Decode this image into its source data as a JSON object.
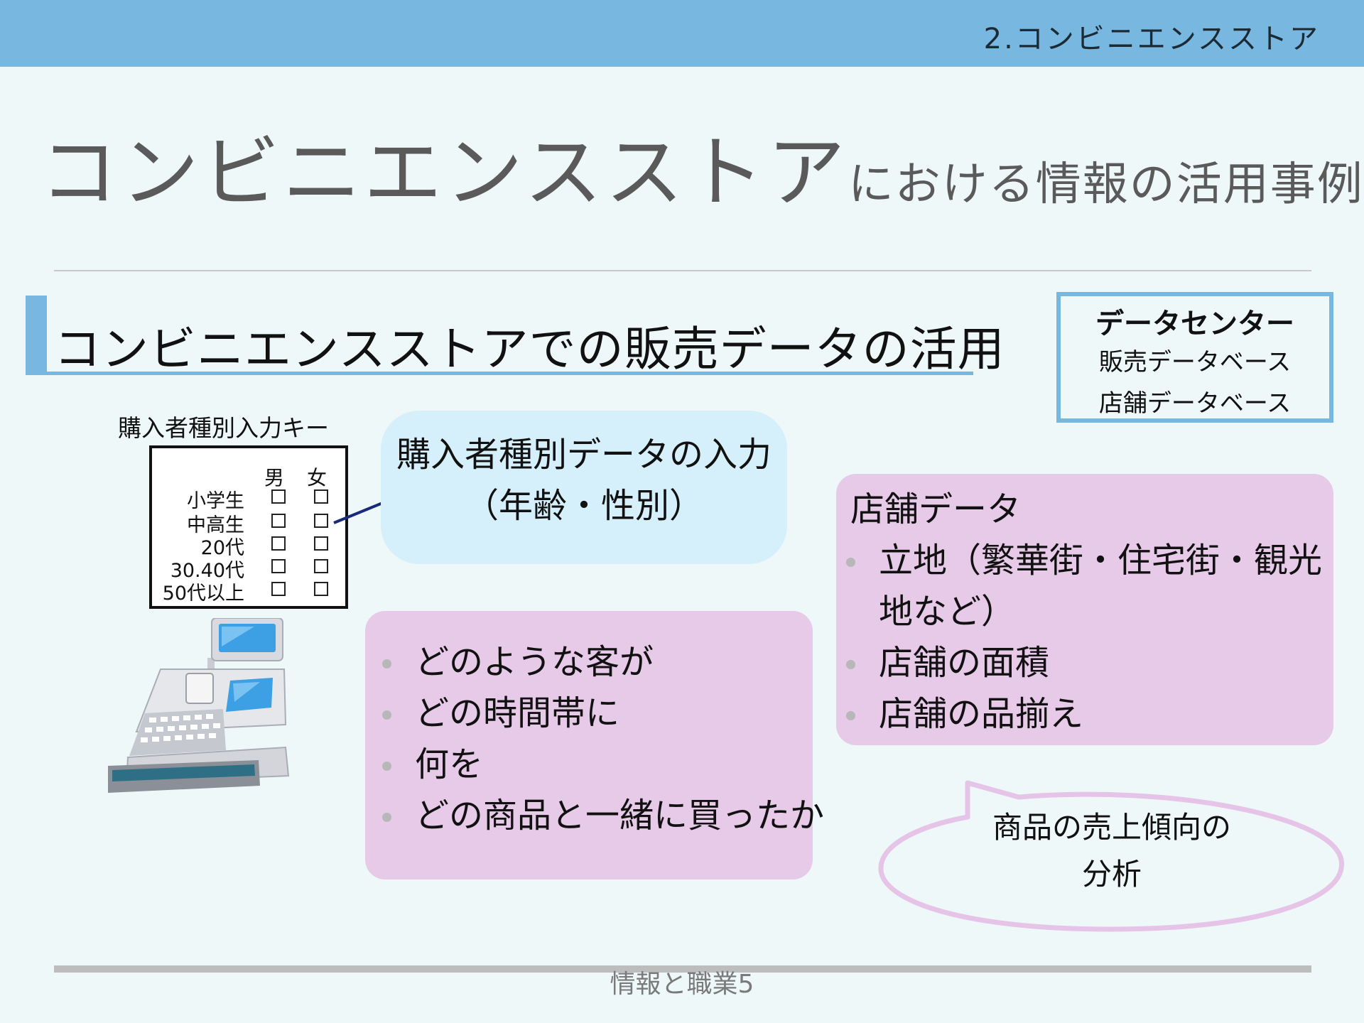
{
  "header": {
    "section_label": "2.コンビニエンスストア"
  },
  "title": {
    "main": "コンビニエンスストア",
    "suffix": "における情報の活用事例"
  },
  "subheading": "コンビニエンスストアでの販売データの活用",
  "data_center": {
    "heading": "データセンター",
    "items": [
      "販売データベース",
      "店舗データベース"
    ]
  },
  "keypad": {
    "title": "購入者種別入力キー",
    "columns": [
      "男",
      "女"
    ],
    "rows": [
      "小学生",
      "中高生",
      "20代",
      "30.40代",
      "50代以上"
    ]
  },
  "input_box": {
    "line1": "購入者種別データの入力",
    "line2": "（年齢・性別）"
  },
  "sales_points": [
    "どのような客が",
    "どの時間帯に",
    "何を",
    "どの商品と一緒に買ったか"
  ],
  "store_data": {
    "heading": "店舗データ",
    "items": [
      {
        "line1": "立地（繁華街・住宅街・観光",
        "line2": "地など）"
      },
      {
        "line1": "店舗の面積"
      },
      {
        "line1": "店舗の品揃え"
      }
    ]
  },
  "analysis_bubble": {
    "line1": "商品の売上傾向の",
    "line2": "分析"
  },
  "footer": "情報と職業5",
  "colors": {
    "accent_blue": "#78b7e0",
    "pink": "#e7c9e8",
    "light_blue": "#d6f0fb",
    "background": "#eff8f9"
  }
}
